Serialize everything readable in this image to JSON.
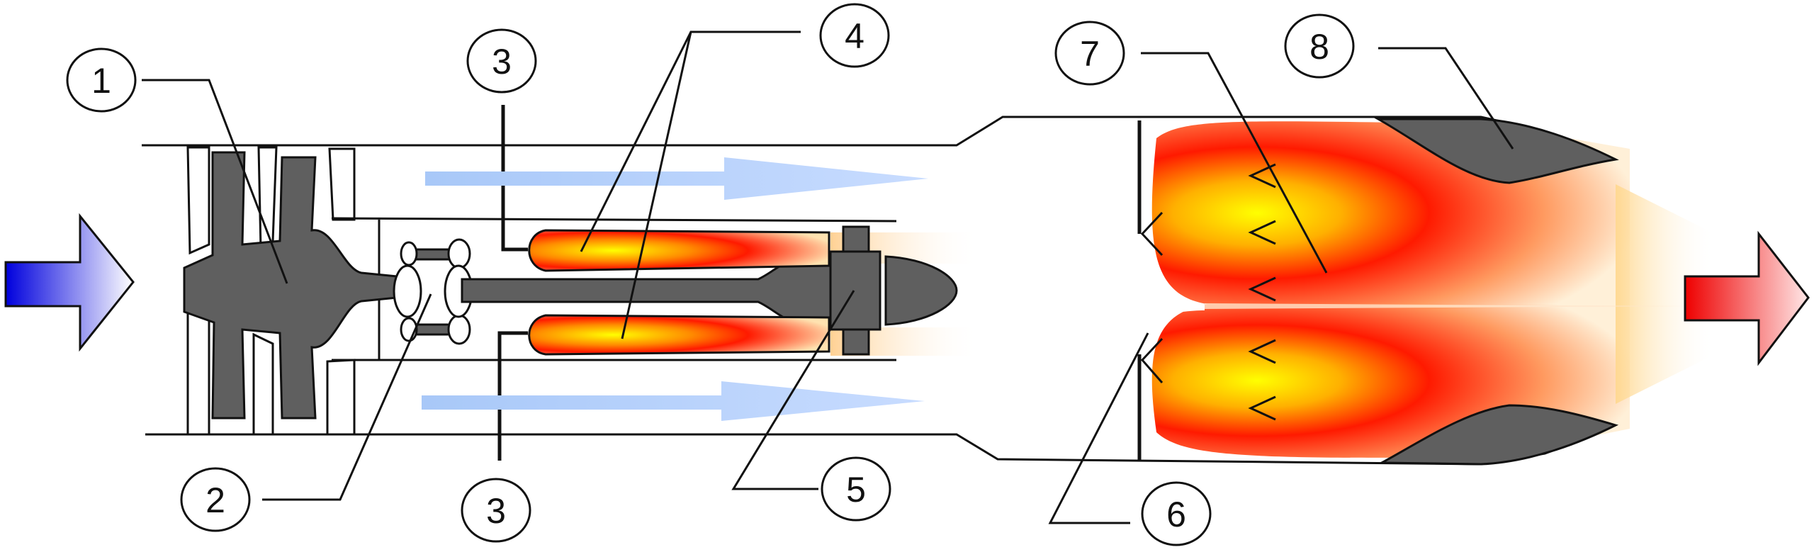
{
  "diagram": {
    "callouts": [
      {
        "id": "1",
        "text": "1"
      },
      {
        "id": "2",
        "text": "2"
      },
      {
        "id": "3a",
        "text": "3"
      },
      {
        "id": "3b",
        "text": "3"
      },
      {
        "id": "4",
        "text": "4"
      },
      {
        "id": "5",
        "text": "5"
      },
      {
        "id": "6",
        "text": "6"
      },
      {
        "id": "7",
        "text": "7"
      },
      {
        "id": "8",
        "text": "8"
      }
    ],
    "colors": {
      "inlet_arrow": [
        "#0000dd",
        "#ffffff"
      ],
      "exhaust_arrow": [
        "#ee0000",
        "#ffffff"
      ],
      "bypass_flow": "#a8c8f8",
      "metal": "#5f5f5f",
      "flame_core": "#ffff00",
      "flame_mid": "#ff3300",
      "flame_outer": "#ffe9b8"
    }
  }
}
